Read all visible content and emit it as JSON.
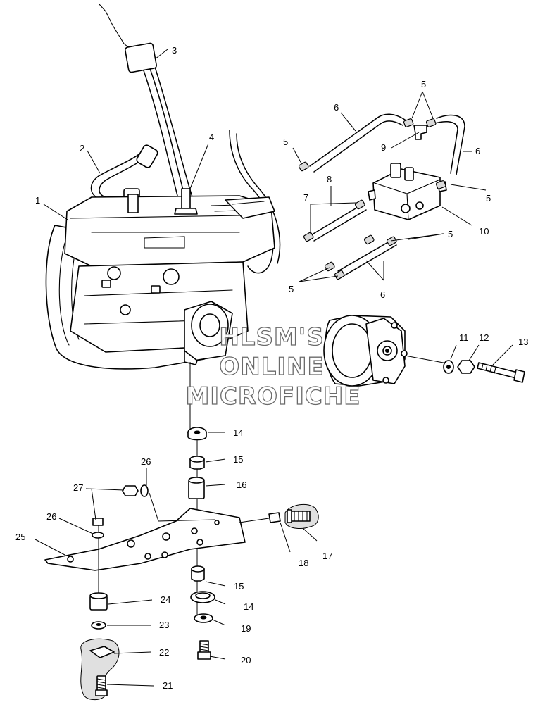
{
  "watermark": {
    "line1": "HLSM'S",
    "line2": "ONLINE",
    "line3": "MICROFICHE"
  },
  "callouts": [
    {
      "id": "c3",
      "label": "3"
    },
    {
      "id": "c2",
      "label": "2"
    },
    {
      "id": "c4",
      "label": "4"
    },
    {
      "id": "c1",
      "label": "1"
    },
    {
      "id": "c5a",
      "label": "5"
    },
    {
      "id": "c6a",
      "label": "6"
    },
    {
      "id": "c5b",
      "label": "5"
    },
    {
      "id": "c9",
      "label": "9"
    },
    {
      "id": "c6b",
      "label": "6"
    },
    {
      "id": "c8",
      "label": "8"
    },
    {
      "id": "c7",
      "label": "7"
    },
    {
      "id": "c5c",
      "label": "5"
    },
    {
      "id": "c10",
      "label": "10"
    },
    {
      "id": "c5d",
      "label": "5"
    },
    {
      "id": "c5e",
      "label": "5"
    },
    {
      "id": "c6c",
      "label": "6"
    },
    {
      "id": "c11",
      "label": "11"
    },
    {
      "id": "c12",
      "label": "12"
    },
    {
      "id": "c13",
      "label": "13"
    },
    {
      "id": "c14a",
      "label": "14"
    },
    {
      "id": "c15a",
      "label": "15"
    },
    {
      "id": "c26a",
      "label": "26"
    },
    {
      "id": "c16",
      "label": "16"
    },
    {
      "id": "c27",
      "label": "27"
    },
    {
      "id": "c26b",
      "label": "26"
    },
    {
      "id": "c25",
      "label": "25"
    },
    {
      "id": "c17",
      "label": "17"
    },
    {
      "id": "c18",
      "label": "18"
    },
    {
      "id": "c15b",
      "label": "15"
    },
    {
      "id": "c24",
      "label": "24"
    },
    {
      "id": "c14b",
      "label": "14"
    },
    {
      "id": "c23",
      "label": "23"
    },
    {
      "id": "c19",
      "label": "19"
    },
    {
      "id": "c22",
      "label": "22"
    },
    {
      "id": "c20",
      "label": "20"
    },
    {
      "id": "c21",
      "label": "21"
    }
  ]
}
